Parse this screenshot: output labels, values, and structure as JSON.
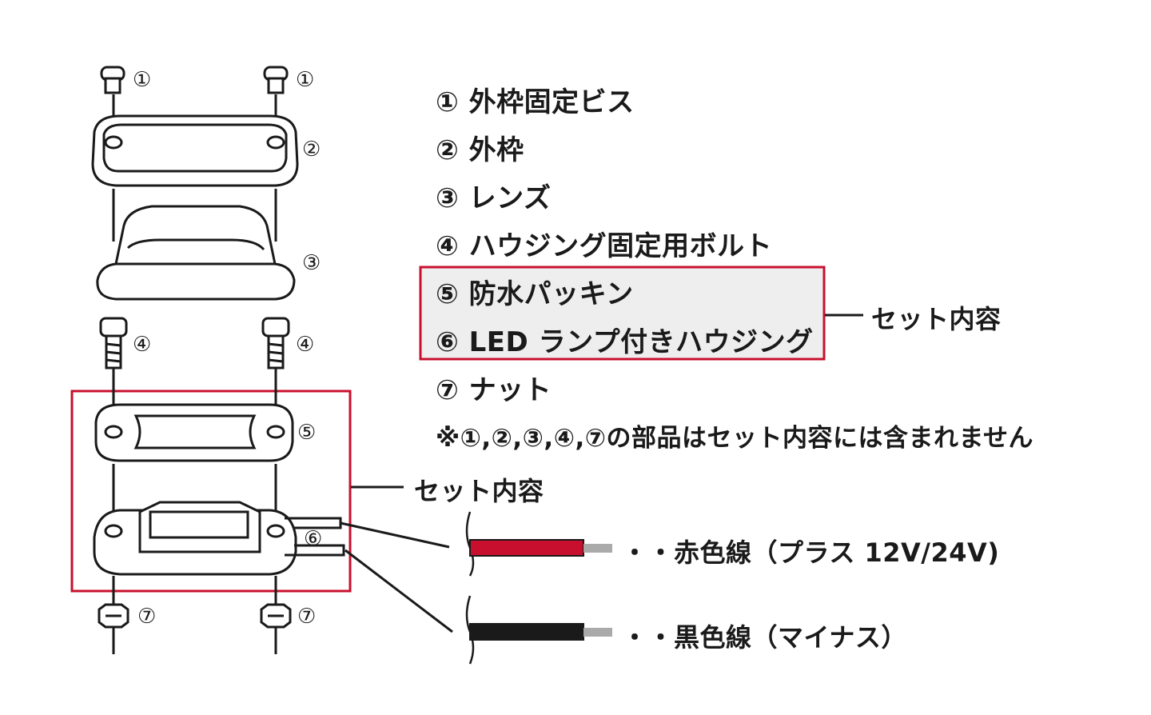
{
  "parts_legend": [
    {
      "num": "①",
      "label": "外枠固定ビス"
    },
    {
      "num": "②",
      "label": "外枠"
    },
    {
      "num": "③",
      "label": "レンズ"
    },
    {
      "num": "④",
      "label": "ハウジング固定用ボルト"
    },
    {
      "num": "⑤",
      "label": "防水パッキン"
    },
    {
      "num": "⑥",
      "label": "LED ランプ付きハウジング"
    },
    {
      "num": "⑦",
      "label": "ナット"
    }
  ],
  "note": "※①,②,③,④,⑦の部品はセット内容には含まれません",
  "set_contents_label": "セット内容",
  "diagram_set_label": "セット内容",
  "callouts": {
    "c1": "①",
    "c2": "②",
    "c3": "③",
    "c4": "④",
    "c5": "⑤",
    "c6": "⑥",
    "c7": "⑦"
  },
  "wires": {
    "red": {
      "label": "・・赤色線（プラス 12V/24V)",
      "color": "#c8102e"
    },
    "black": {
      "label": "・・黒色線（マイナス）",
      "color": "#1a1a1a"
    }
  },
  "colors": {
    "highlight_border": "#c8102e",
    "highlight_fill": "#eeeeee",
    "line": "#1a1a1a",
    "sheath": "#aaaaaa"
  }
}
